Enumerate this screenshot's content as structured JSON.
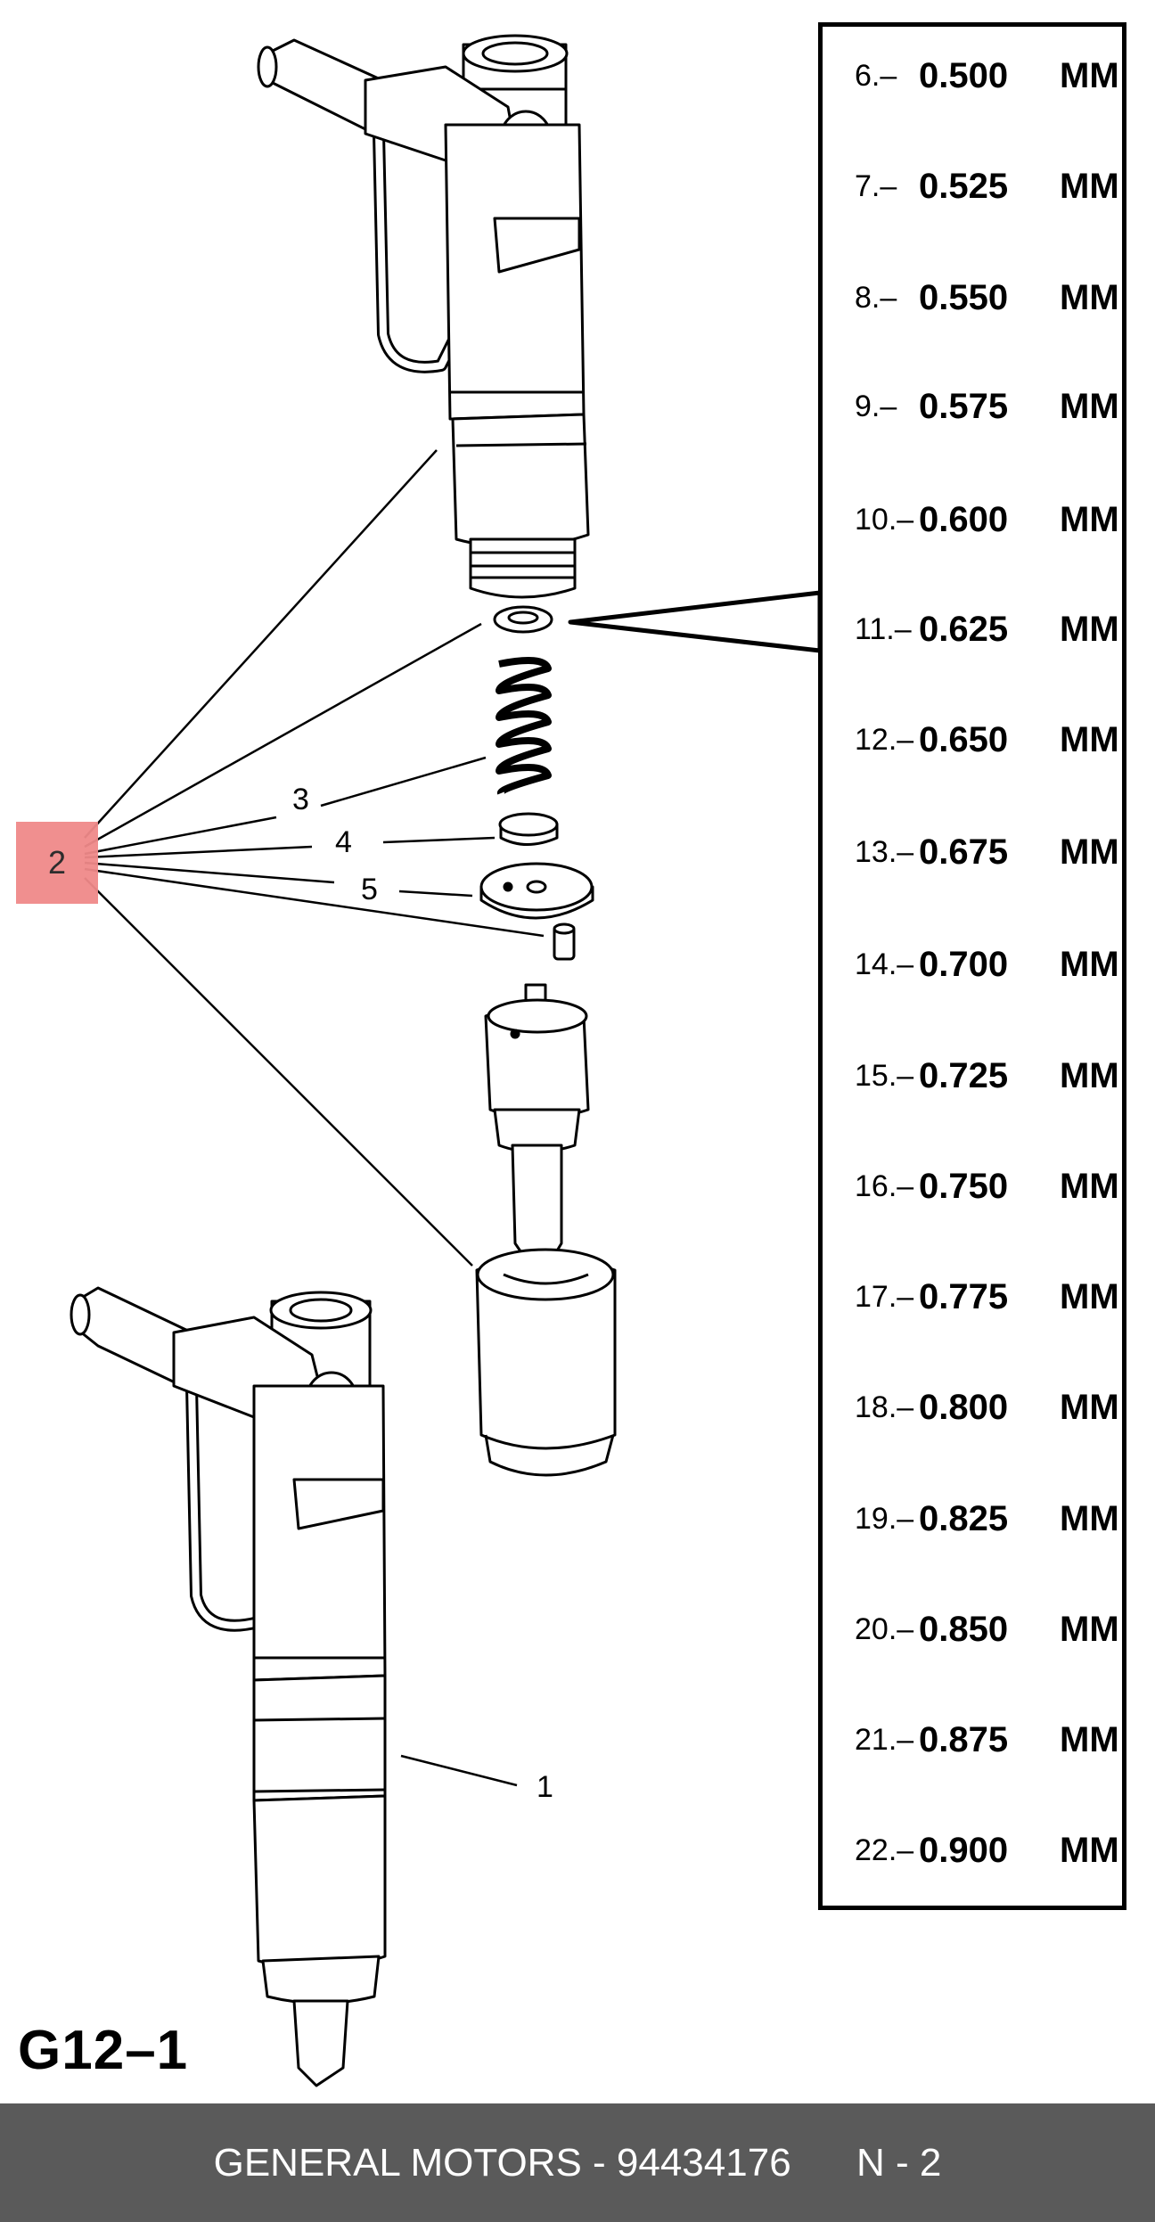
{
  "figure": {
    "label": "G12–1",
    "callouts": {
      "c1": "1",
      "c2": "2",
      "c3": "3",
      "c4": "4",
      "c5": "5"
    }
  },
  "spec_table": {
    "rows": [
      {
        "index": "6.–",
        "value": "0.500",
        "unit": "MM"
      },
      {
        "index": "7.–",
        "value": "0.525",
        "unit": "MM"
      },
      {
        "index": "8.–",
        "value": "0.550",
        "unit": "MM"
      },
      {
        "index": "9.–",
        "value": "0.575",
        "unit": "MM"
      },
      {
        "index": "10.–",
        "value": "0.600",
        "unit": "MM"
      },
      {
        "index": "11.–",
        "value": "0.625",
        "unit": "MM"
      },
      {
        "index": "12.–",
        "value": "0.650",
        "unit": "MM"
      },
      {
        "index": "13.–",
        "value": "0.675",
        "unit": "MM"
      },
      {
        "index": "14.–",
        "value": "0.700",
        "unit": "MM"
      },
      {
        "index": "15.–",
        "value": "0.725",
        "unit": "MM"
      },
      {
        "index": "16.–",
        "value": "0.750",
        "unit": "MM"
      },
      {
        "index": "17.–",
        "value": "0.775",
        "unit": "MM"
      },
      {
        "index": "18.–",
        "value": "0.800",
        "unit": "MM"
      },
      {
        "index": "19.–",
        "value": "0.825",
        "unit": "MM"
      },
      {
        "index": "20.–",
        "value": "0.850",
        "unit": "MM"
      },
      {
        "index": "21.–",
        "value": "0.875",
        "unit": "MM"
      },
      {
        "index": "22.–",
        "value": "0.900",
        "unit": "MM"
      }
    ]
  },
  "footer": {
    "brand_part": "GENERAL MOTORS - 94434176",
    "page": "N - 2"
  },
  "colors": {
    "hotspot": "#f08a8a",
    "footer_bg": "#5a5a5a",
    "footer_text": "#ffffff"
  }
}
